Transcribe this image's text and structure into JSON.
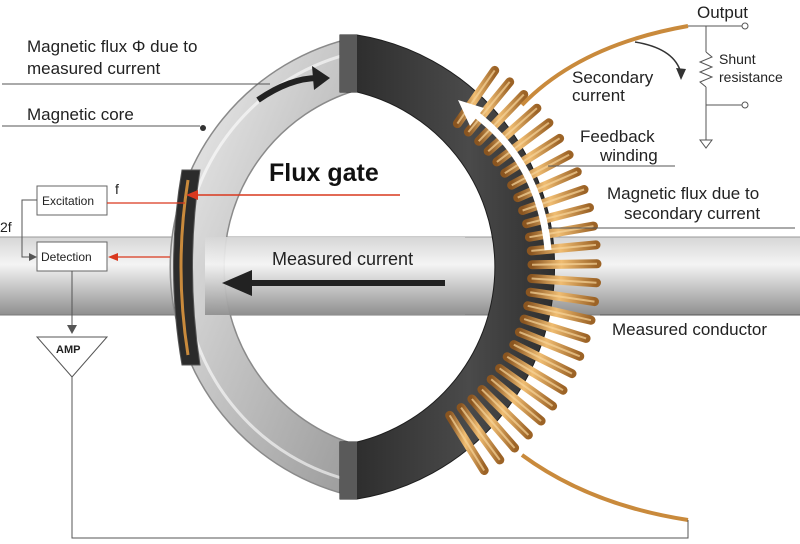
{
  "labels": {
    "output": "Output",
    "shunt_line1": "Shunt",
    "shunt_line2": "resistance",
    "secondary_current_line1": "Secondary",
    "secondary_current_line2": "current",
    "feedback_line1": "Feedback",
    "feedback_line2": "winding",
    "mag_flux_secondary_line1": "Magnetic flux due to",
    "mag_flux_secondary_line2": "secondary current",
    "mag_flux_phi_line1": "Magnetic flux Φ due to",
    "mag_flux_phi_line2": "measured current",
    "magnetic_core": "Magnetic core",
    "flux_gate": "Flux gate",
    "measured_current": "Measured current",
    "measured_conductor": "Measured conductor",
    "excitation": "Excitation",
    "detection": "Detection",
    "f": "f",
    "two_f": "2f",
    "amp": "AMP"
  },
  "colors": {
    "signal_red": "#d9381e",
    "copper": "#c98a3c",
    "core_dark": "#3a3a3a",
    "arrow_dark": "#222222"
  }
}
